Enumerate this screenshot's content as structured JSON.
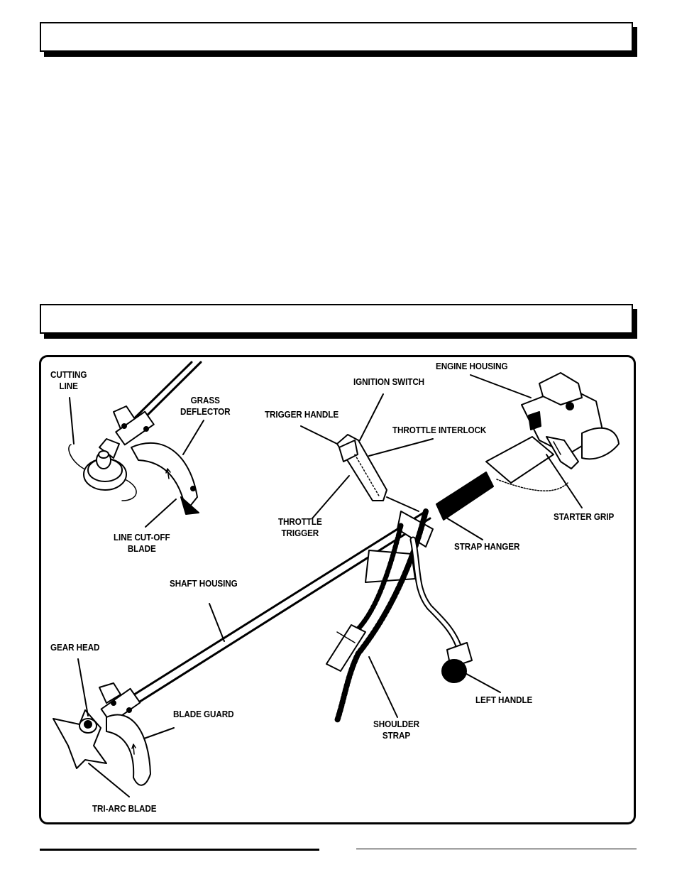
{
  "colors": {
    "ink": "#000000",
    "paper": "#ffffff"
  },
  "diagram": {
    "labels": {
      "cutting_line": [
        "CUTTING",
        "LINE"
      ],
      "grass_deflector": [
        "GRASS",
        "DEFLECTOR"
      ],
      "line_cutoff_blade": [
        "LINE  CUT-OFF",
        "BLADE"
      ],
      "trigger_handle": "TRIGGER HANDLE",
      "ignition_switch": "IGNITION SWITCH",
      "engine_housing": "ENGINE HOUSING",
      "throttle_interlock": "THROTTLE  INTERLOCK",
      "throttle_trigger": [
        "THROTTLE",
        "TRIGGER"
      ],
      "starter_grip": "STARTER GRIP",
      "strap_hanger": "STRAP HANGER",
      "shaft_housing": "SHAFT HOUSING",
      "gear_head": "GEAR HEAD",
      "blade_guard": "BLADE GUARD",
      "left_handle": "LEFT  HANDLE",
      "shoulder_strap": [
        "SHOULDER",
        "STRAP"
      ],
      "tri_arc_blade": "TRI-ARC  BLADE"
    }
  }
}
